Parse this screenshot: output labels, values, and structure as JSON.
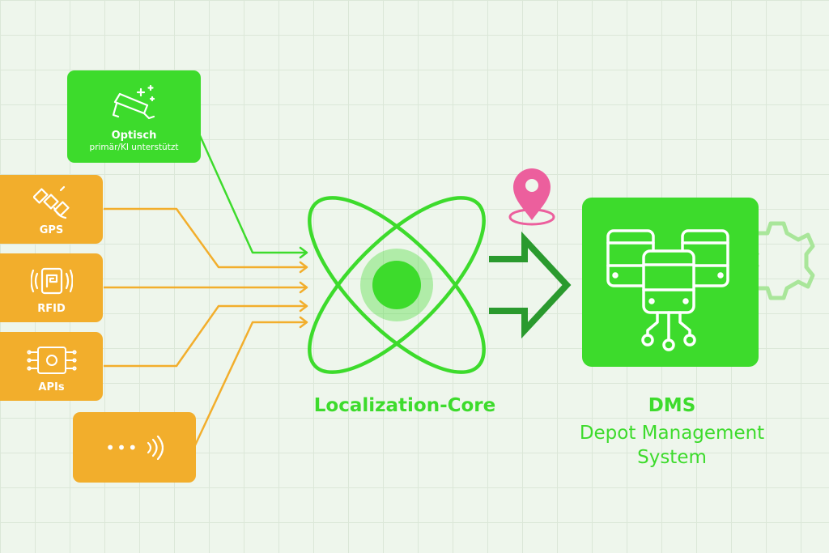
{
  "colors": {
    "green": "#3ddb2c",
    "dark_green": "#2a9a2e",
    "orange": "#f2ae2c",
    "pink": "#ec5f9d",
    "gear_light": "#a9e69a"
  },
  "sources": {
    "optisch": {
      "label": "Optisch",
      "sublabel": "primär/KI unterstützt",
      "icon": "camera-icon"
    },
    "gps": {
      "label": "GPS",
      "icon": "satellite-icon"
    },
    "rfid": {
      "label": "RFID",
      "icon": "rfid-chip-icon"
    },
    "apis": {
      "label": "APIs",
      "icon": "circuit-board-icon"
    },
    "more": {
      "label": "•••",
      "icon": "wireless-signal-icon"
    }
  },
  "core": {
    "label": "Localization-Core",
    "icon": "atom-icon"
  },
  "dms": {
    "title": "DMS",
    "subtitle_line1": "Depot Management",
    "subtitle_line2": "System",
    "icon": "buses-network-icon"
  },
  "location_icon": "map-pin-icon",
  "gear_icon": "gear-icon"
}
